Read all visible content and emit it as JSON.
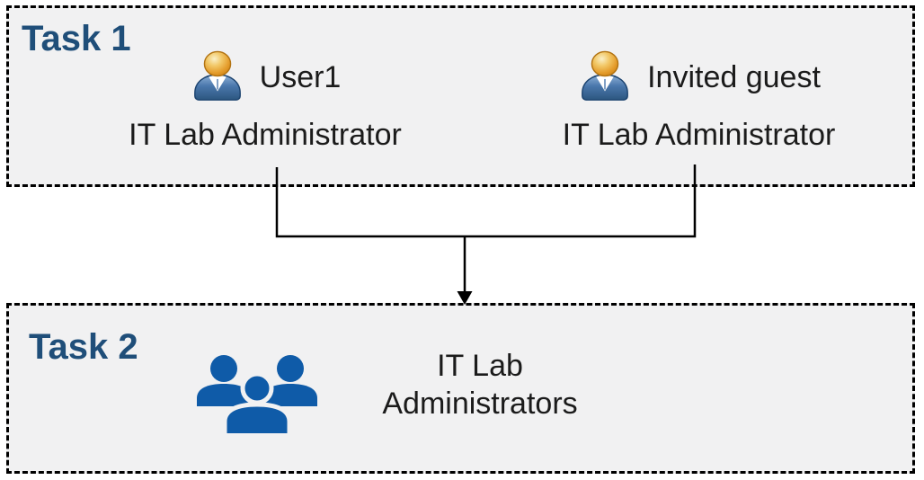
{
  "diagram": {
    "task1": {
      "label": "Task 1",
      "members": [
        {
          "name": "User1",
          "role": "IT Lab Administrator"
        },
        {
          "name": "Invited guest",
          "role": "IT Lab Administrator"
        }
      ]
    },
    "task2": {
      "label": "Task 2",
      "group": {
        "name_line1": "IT Lab",
        "name_line2": "Administrators"
      }
    },
    "connector": {
      "type": "merge-arrow",
      "from": [
        "User1",
        "Invited guest"
      ],
      "to": "IT Lab Administrators"
    }
  },
  "icons": {
    "member": "person-icon",
    "group": "people-group-icon"
  },
  "colors": {
    "task_label": "#1F4E79",
    "box_background": "#F1F1F2",
    "box_border": "#000000",
    "body_text": "#1B1B1B",
    "connector": "#000000",
    "group_icon_blue": "#0F5BA8",
    "person_head_orange": "#E8A33D",
    "person_body_blue": "#3C69A0"
  }
}
